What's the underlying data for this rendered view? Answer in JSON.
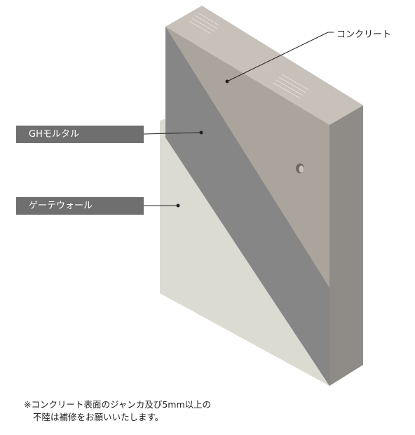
{
  "labels": {
    "concrete": "コンクリート",
    "gh_mortar": "GHモルタル",
    "gate_wall": "ゲーテウォール"
  },
  "footnote": {
    "line1": "※コンクリート表面のジャンカ及び5mm以上の",
    "line2": "不陸は補修をお願いいたします。"
  },
  "colors": {
    "concrete_front": "#a9a39b",
    "concrete_top": "#c7c1b9",
    "concrete_side": "#8f8b87",
    "mortar": "#868686",
    "gate_wall": "#dcdbd2",
    "label_bg": "#6f6f70"
  }
}
